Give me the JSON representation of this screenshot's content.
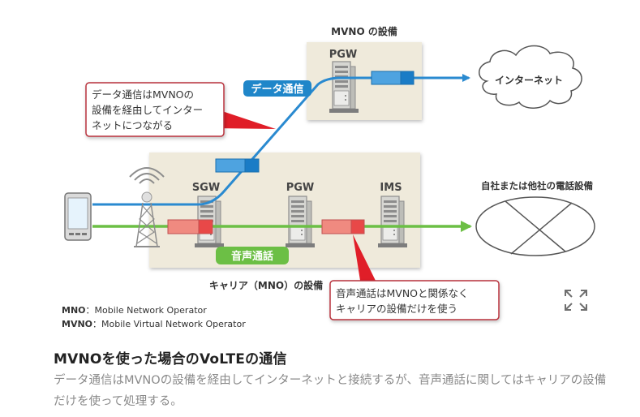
{
  "diagram": {
    "mvno_box": {
      "title": "MVNO の設備",
      "server_label": "PGW"
    },
    "carrier_box": {
      "title": "キャリア（MNO）の設備",
      "servers": [
        {
          "label": "SGW"
        },
        {
          "label": "PGW"
        },
        {
          "label": "IMS"
        }
      ],
      "voice_badge": "音声通話"
    },
    "data_badge": "データ通信",
    "internet_cloud": "インターネット",
    "phone_network": {
      "label": "自社または他社の電話設備"
    },
    "callout_data": {
      "lines": [
        "データ通信はMVNOの",
        "設備を経由してインター",
        "ネットにつながる"
      ]
    },
    "callout_voice": {
      "lines": [
        "音声通話はMVNOと関係なく",
        "キャリアの設備だけを使う"
      ]
    },
    "legend": [
      {
        "abbr": "MNO",
        "sep": "：",
        "desc": "Mobile Network Operator"
      },
      {
        "abbr": "MVNO",
        "sep": "：",
        "desc": "Mobile Virtual Network Operator"
      }
    ],
    "colors": {
      "data_line": "#2a8ad0",
      "voice_line": "#6cbf45",
      "callout_border": "#b8323c",
      "callout_pointer": "#e01e28",
      "equipment_bg": "#efeadb",
      "packet_blue": "#4ea3e0",
      "packet_blue_dark": "#1a7cc6",
      "packet_red": "#f08a80",
      "packet_red_dark": "#e84848"
    }
  },
  "caption": {
    "title": "MVNOを使った場合のVoLTEの通信",
    "body": "データ通信はMVNOの設備を経由してインターネットと接続するが、音声通話に関してはキャリアの設備だけを使って処理する。"
  },
  "controls": {
    "expand_icon": "expand-arrows-icon"
  }
}
